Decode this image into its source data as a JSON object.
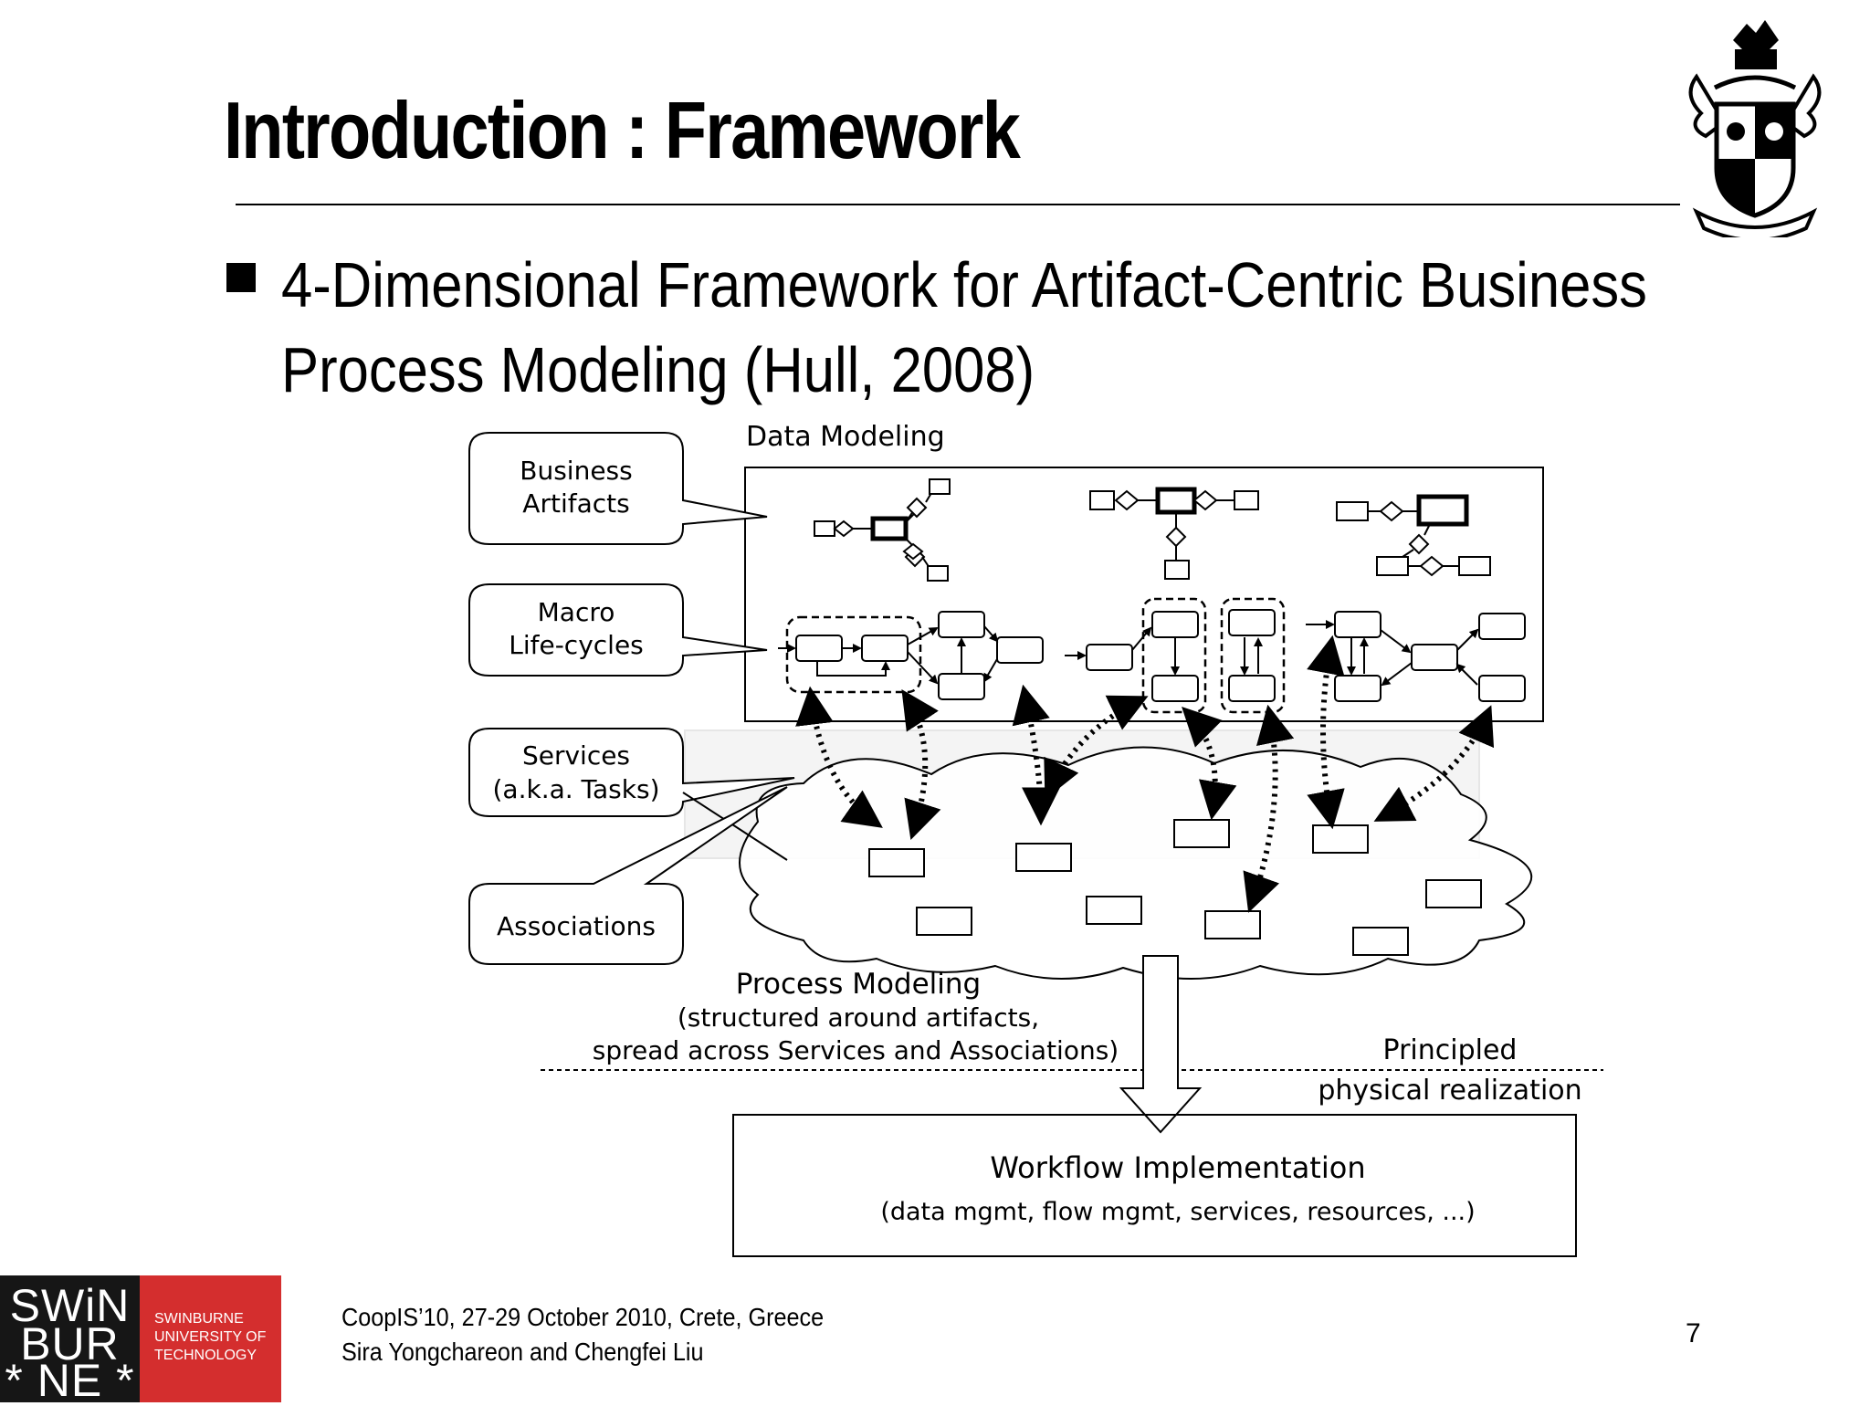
{
  "slide": {
    "title": "Introduction : Framework",
    "bullet_line1": "4-Dimensional Framework for Artifact-Centric Business",
    "bullet_line2": "Process Modeling (Hull, 2008)",
    "page_number": "7"
  },
  "diagram": {
    "data_modeling": "Data Modeling",
    "callouts": {
      "business_artifacts": [
        "Business",
        "Artifacts"
      ],
      "macro_lifecycles": [
        "Macro",
        "Life-cycles"
      ],
      "services": [
        "Services",
        "(a.k.a. Tasks)"
      ],
      "associations": "Associations"
    },
    "process_modeling": {
      "title": "Process Modeling",
      "line2": "(structured around artifacts,",
      "line3": "spread across Services and Associations)"
    },
    "principled": "Principled",
    "physical_realization": "physical realization",
    "workflow": {
      "title": "Workflow Implementation",
      "subtitle": "(data mgmt, flow mgmt, services, resources, ...)"
    }
  },
  "logo": {
    "line1": "SWiN",
    "line2": "BUR",
    "line3": "* NE *",
    "uni1": "SWINBURNE",
    "uni2": "UNIVERSITY OF",
    "uni3": "TECHNOLOGY"
  },
  "footer": {
    "line1": "CoopIS’10, 27-29 October 2010, Crete, Greece",
    "line2": "Sira Yongchareon and Chengfei Liu"
  }
}
